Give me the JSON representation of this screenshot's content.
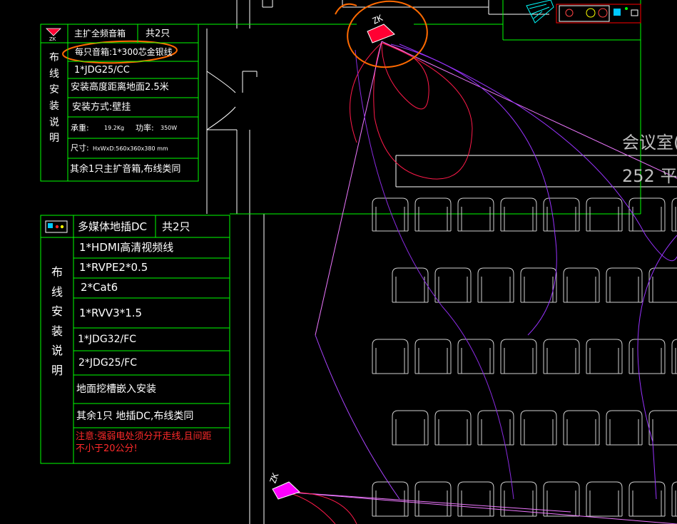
{
  "table1": {
    "icon": "speaker-icon",
    "icon_label": "ZK",
    "header": "主扩全频音箱",
    "count": "共2只",
    "side": "布线安装说明",
    "rows": [
      "每只音箱:1*300芯金银线",
      "1*JDG25/CC",
      "安装高度距离地面2.5米",
      "安装方式:壁挂"
    ],
    "weight_label": "承重:",
    "weight_value": "19.2Kg",
    "power_label": "功率:",
    "power_value": "350W",
    "size_label": "尺寸:",
    "size_value": "HxWxD:560x360x380 mm",
    "footer": "其余1只主扩音箱,布线类同"
  },
  "table2": {
    "icon": "floor-box-icon",
    "header": "多媒体地插DC",
    "count": "共2只",
    "side": "布线安装说明",
    "rows": [
      "1*HDMI高清视频线",
      "1*RVPE2*0.5",
      "2*Cat6",
      "1*RVV3*1.5",
      "1*JDG32/FC",
      "2*JDG25/FC",
      "地面挖槽嵌入安装",
      "其余1只  地插DC,布线类同"
    ],
    "note": "注意:强弱电处须分开走线,且间距不小于20公分!"
  },
  "drawing": {
    "room_name": "会议室(",
    "room_area": "252 平",
    "speaker_top_label": "ZK",
    "speaker_bottom_label": "ZK"
  },
  "colors": {
    "background": "#000000",
    "table_line": "#00ff00",
    "text": "#ffffff",
    "note": "#ff2a2a",
    "speaker": "#ff0033",
    "speaker_bottom": "#ff00ff",
    "cable": "#cc66ff",
    "annotation": "#ff6a00",
    "wall": "#ffffff"
  }
}
